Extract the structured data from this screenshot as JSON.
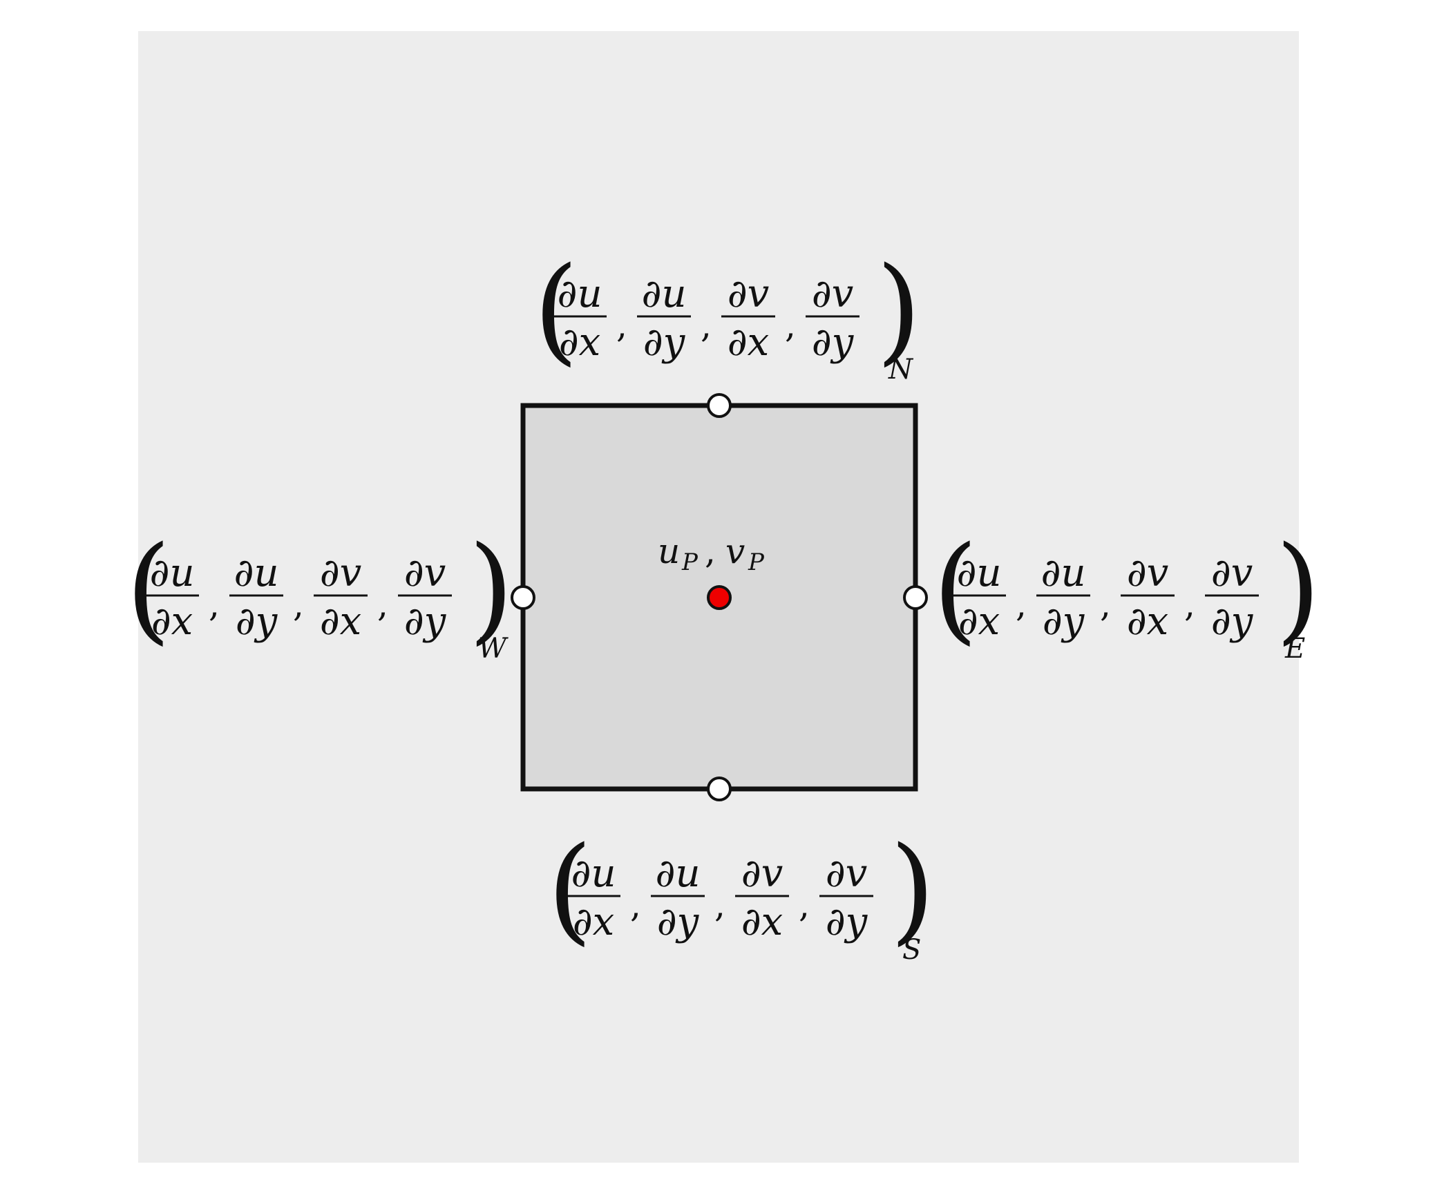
{
  "colors": {
    "page_background": "#ffffff",
    "panel_background": "#ededed",
    "cell_fill": "#d9d9d9",
    "cell_stroke": "#111111",
    "face_node_fill": "#ffffff",
    "center_node_fill": "#ee0000",
    "text": "#111111"
  },
  "center_label": {
    "u": "u",
    "u_sub": "P",
    "separator": ",",
    "v": "v",
    "v_sub": "P"
  },
  "gradient_terms": [
    {
      "num": "∂u",
      "den": "∂x"
    },
    {
      "num": "∂u",
      "den": "∂y"
    },
    {
      "num": "∂v",
      "den": "∂x"
    },
    {
      "num": "∂v",
      "den": "∂y"
    }
  ],
  "gradient_tuple": {
    "open": "(",
    "close": ")",
    "separator": ","
  },
  "faces": {
    "north": {
      "subscript": "N"
    },
    "south": {
      "subscript": "S"
    },
    "west": {
      "subscript": "W"
    },
    "east": {
      "subscript": "E"
    }
  }
}
